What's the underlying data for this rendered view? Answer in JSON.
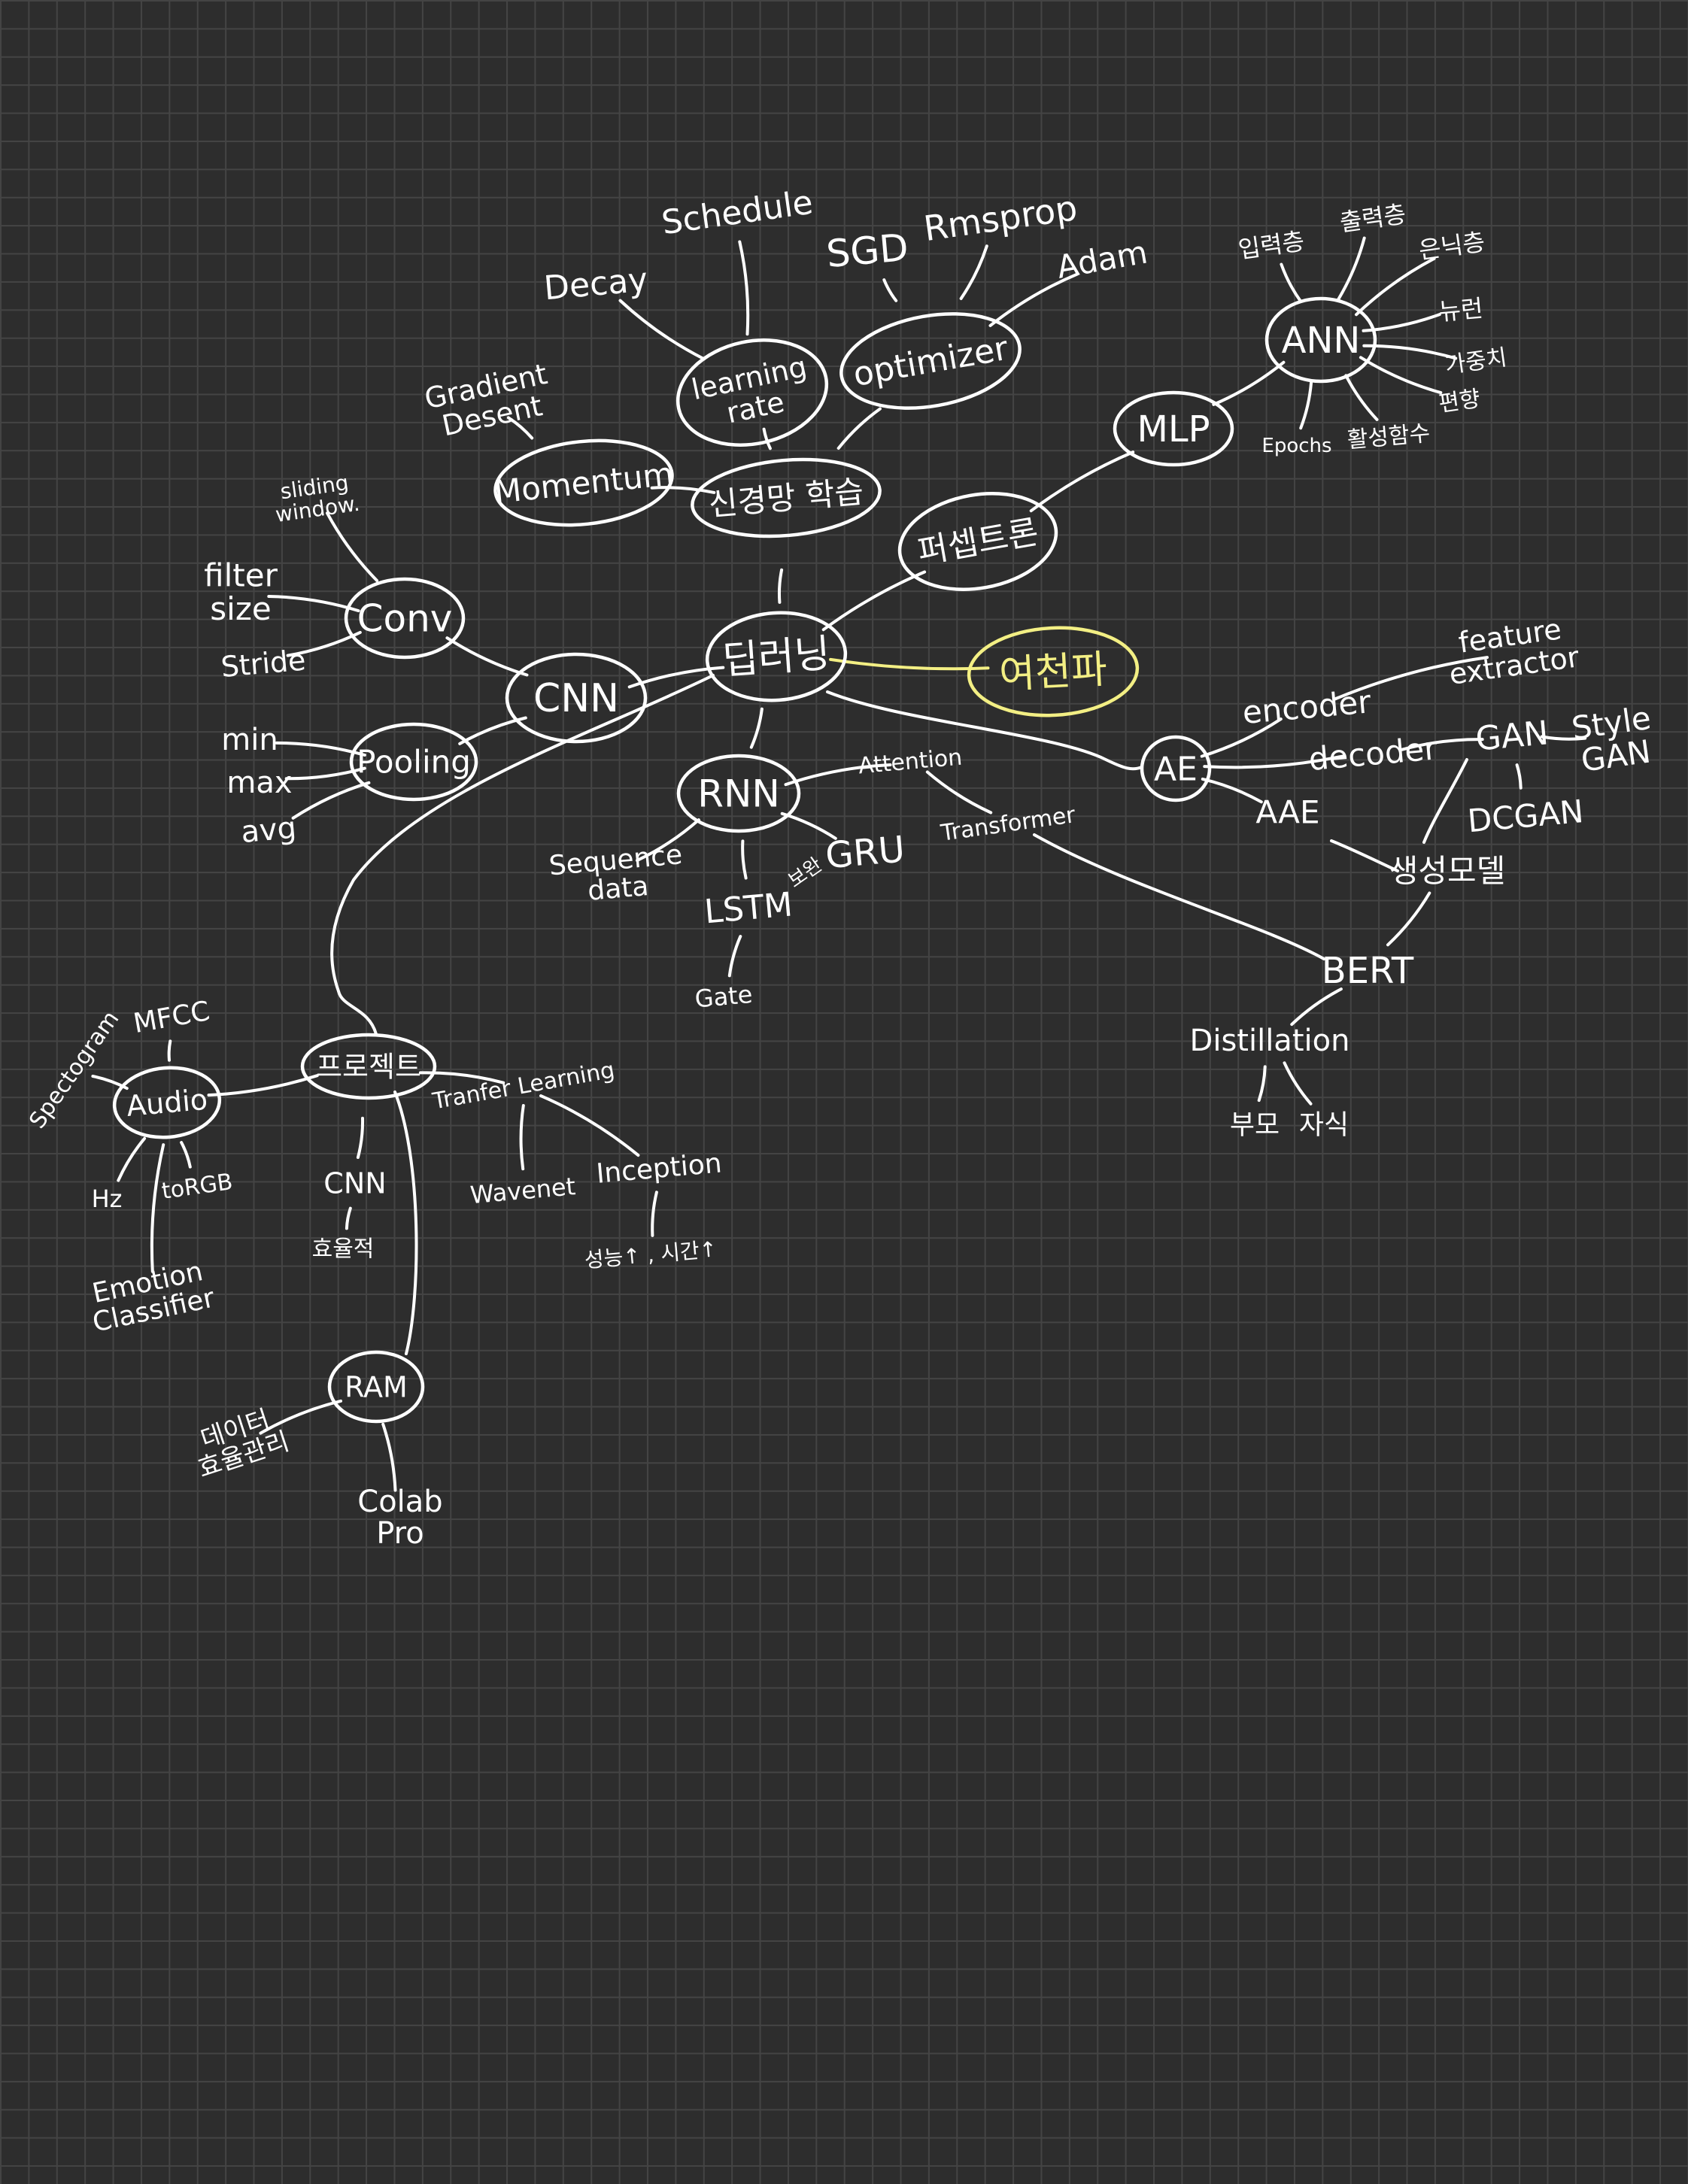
{
  "canvas": {
    "background": "#2d2d2d",
    "grid": "#444444",
    "ink": "#ffffff",
    "highlight": "#f3ef84"
  },
  "nodes": [
    {
      "id": "deep_learning",
      "text": "딥러닝",
      "circled": true
    },
    {
      "id": "yeocheonpa",
      "text": "여천파",
      "circled": true,
      "highlight": true
    },
    {
      "id": "neural_training",
      "text": "신경망 학습",
      "circled": true
    },
    {
      "id": "learning_rate",
      "text": "learning rate",
      "circled": true
    },
    {
      "id": "optimizer",
      "text": "optimizer",
      "circled": true
    },
    {
      "id": "momentum",
      "text": "Momentum",
      "circled": true
    },
    {
      "id": "perceptron",
      "text": "퍼셉트론",
      "circled": true
    },
    {
      "id": "mlp",
      "text": "MLP",
      "circled": true
    },
    {
      "id": "ann",
      "text": "ANN",
      "circled": true
    },
    {
      "id": "cnn",
      "text": "CNN",
      "circled": true
    },
    {
      "id": "conv",
      "text": "Conv",
      "circled": true
    },
    {
      "id": "pooling",
      "text": "Pooling",
      "circled": true
    },
    {
      "id": "rnn",
      "text": "RNN",
      "circled": true
    },
    {
      "id": "ae",
      "text": "AE",
      "circled": true
    },
    {
      "id": "project",
      "text": "프로젝트",
      "circled": true
    },
    {
      "id": "audio",
      "text": "Audio",
      "circled": true
    },
    {
      "id": "ram",
      "text": "RAM",
      "circled": true
    },
    {
      "id": "decay",
      "text": "Decay"
    },
    {
      "id": "schedule",
      "text": "Schedule"
    },
    {
      "id": "sgd",
      "text": "SGD"
    },
    {
      "id": "rmsprop",
      "text": "Rmsprop"
    },
    {
      "id": "adam",
      "text": "Adam"
    },
    {
      "id": "gradient_descent",
      "text": "Gradient Desent"
    },
    {
      "id": "input_layer",
      "text": "입력층"
    },
    {
      "id": "output_layer",
      "text": "출력층"
    },
    {
      "id": "hidden_layer",
      "text": "은닉층"
    },
    {
      "id": "neuron",
      "text": "뉴런"
    },
    {
      "id": "weight",
      "text": "가중치"
    },
    {
      "id": "bias",
      "text": "편향"
    },
    {
      "id": "epochs",
      "text": "Epochs"
    },
    {
      "id": "activation",
      "text": "활성함수"
    },
    {
      "id": "sliding_window",
      "text": "sliding window."
    },
    {
      "id": "filter_size",
      "text": "filter size"
    },
    {
      "id": "stride",
      "text": "Stride"
    },
    {
      "id": "min",
      "text": "min"
    },
    {
      "id": "max",
      "text": "max"
    },
    {
      "id": "avg",
      "text": "avg"
    },
    {
      "id": "attention",
      "text": "Attention"
    },
    {
      "id": "transformer",
      "text": "Transformer"
    },
    {
      "id": "sequence_data",
      "text": "Sequence data"
    },
    {
      "id": "lstm",
      "text": "LSTM"
    },
    {
      "id": "gru",
      "text": "GRU"
    },
    {
      "id": "simplified",
      "text": "보완"
    },
    {
      "id": "gate",
      "text": "Gate"
    },
    {
      "id": "encoder",
      "text": "encoder"
    },
    {
      "id": "feature_extractor",
      "text": "feature extractor"
    },
    {
      "id": "decoder",
      "text": "decoder"
    },
    {
      "id": "gan",
      "text": "GAN"
    },
    {
      "id": "style_gan",
      "text": "Style GAN"
    },
    {
      "id": "dcgan",
      "text": "DCGAN"
    },
    {
      "id": "aae",
      "text": "AAE"
    },
    {
      "id": "generative_model",
      "text": "생성모델"
    },
    {
      "id": "bert",
      "text": "BERT"
    },
    {
      "id": "distillation",
      "text": "Distillation"
    },
    {
      "id": "parent",
      "text": "부모"
    },
    {
      "id": "child",
      "text": "자식"
    },
    {
      "id": "spectogram",
      "text": "Spectogram"
    },
    {
      "id": "mfcc",
      "text": "MFCC"
    },
    {
      "id": "hz",
      "text": "Hz"
    },
    {
      "id": "torgb",
      "text": "toRGB"
    },
    {
      "id": "emotion_classifier",
      "text": "Emotion Classifier"
    },
    {
      "id": "transfer_learning",
      "text": "Tranfer Learning"
    },
    {
      "id": "wavenet",
      "text": "Wavenet"
    },
    {
      "id": "inception",
      "text": "Inception"
    },
    {
      "id": "performance",
      "text": "성능↑ , 시간↑"
    },
    {
      "id": "project_cnn",
      "text": "CNN"
    },
    {
      "id": "efficient",
      "text": "효율적"
    },
    {
      "id": "data_efficiency",
      "text": "데이터 효율관리"
    },
    {
      "id": "colab_pro",
      "text": "Colab Pro"
    }
  ],
  "edges": [
    [
      "deep_learning",
      "neural_training"
    ],
    [
      "deep_learning",
      "yeocheonpa"
    ],
    [
      "deep_learning",
      "perceptron"
    ],
    [
      "deep_learning",
      "cnn"
    ],
    [
      "deep_learning",
      "rnn"
    ],
    [
      "deep_learning",
      "ae"
    ],
    [
      "deep_learning",
      "project"
    ],
    [
      "neural_training",
      "learning_rate"
    ],
    [
      "neural_training",
      "optimizer"
    ],
    [
      "neural_training",
      "momentum"
    ],
    [
      "learning_rate",
      "decay"
    ],
    [
      "learning_rate",
      "schedule"
    ],
    [
      "optimizer",
      "sgd"
    ],
    [
      "optimizer",
      "rmsprop"
    ],
    [
      "optimizer",
      "adam"
    ],
    [
      "momentum",
      "gradient_descent"
    ],
    [
      "perceptron",
      "mlp"
    ],
    [
      "mlp",
      "ann"
    ],
    [
      "ann",
      "input_layer"
    ],
    [
      "ann",
      "output_layer"
    ],
    [
      "ann",
      "hidden_layer"
    ],
    [
      "ann",
      "neuron"
    ],
    [
      "ann",
      "weight"
    ],
    [
      "ann",
      "bias"
    ],
    [
      "ann",
      "epochs"
    ],
    [
      "ann",
      "activation"
    ],
    [
      "cnn",
      "conv"
    ],
    [
      "cnn",
      "pooling"
    ],
    [
      "conv",
      "sliding_window"
    ],
    [
      "conv",
      "filter_size"
    ],
    [
      "conv",
      "stride"
    ],
    [
      "pooling",
      "min"
    ],
    [
      "pooling",
      "max"
    ],
    [
      "pooling",
      "avg"
    ],
    [
      "rnn",
      "attention"
    ],
    [
      "attention",
      "transformer"
    ],
    [
      "rnn",
      "sequence_data"
    ],
    [
      "rnn",
      "lstm"
    ],
    [
      "rnn",
      "gru"
    ],
    [
      "lstm",
      "gate"
    ],
    [
      "transformer",
      "bert"
    ],
    [
      "ae",
      "encoder"
    ],
    [
      "encoder",
      "feature_extractor"
    ],
    [
      "ae",
      "decoder"
    ],
    [
      "decoder",
      "gan"
    ],
    [
      "gan",
      "style_gan"
    ],
    [
      "gan",
      "dcgan"
    ],
    [
      "gan",
      "generative_model"
    ],
    [
      "ae",
      "aae"
    ],
    [
      "aae",
      "generative_model"
    ],
    [
      "generative_model",
      "bert"
    ],
    [
      "bert",
      "distillation"
    ],
    [
      "distillation",
      "parent"
    ],
    [
      "distillation",
      "child"
    ],
    [
      "project",
      "audio"
    ],
    [
      "audio",
      "spectogram"
    ],
    [
      "audio",
      "mfcc"
    ],
    [
      "audio",
      "hz"
    ],
    [
      "audio",
      "torgb"
    ],
    [
      "audio",
      "emotion_classifier"
    ],
    [
      "project",
      "transfer_learning"
    ],
    [
      "transfer_learning",
      "wavenet"
    ],
    [
      "transfer_learning",
      "inception"
    ],
    [
      "inception",
      "performance"
    ],
    [
      "project",
      "project_cnn"
    ],
    [
      "project_cnn",
      "efficient"
    ],
    [
      "project",
      "ram"
    ],
    [
      "ram",
      "data_efficiency"
    ],
    [
      "ram",
      "colab_pro"
    ]
  ]
}
